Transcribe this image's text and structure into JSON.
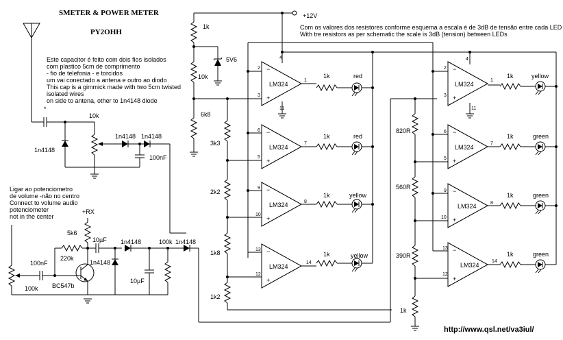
{
  "title": "SMETER & POWER METER",
  "author": "PY2OHH",
  "url": "http://www.qsl.net/va3iul/",
  "notes": {
    "capacitor_pt": [
      "Este capacitor é feito com dois fios isolados",
      "com plastico 5cm de comprimento",
      "- fio de telefonia - e torcidos",
      "um vai conectado a antena e outro ao diodo"
    ],
    "capacitor_en": [
      "This cap is a gimmick made with two 5cm  twisted",
      "isolated wires",
      "on side to antena, other to 1n4148 diode"
    ],
    "scale_pt": "Com os valores dos resistores conforme esquema a escala é de 3dB de tensão entre cada LED",
    "scale_en": "With tre resistors as per schematic the scale is 3dB (tension) between LEDs",
    "volume": [
      "Ligar ao potenciometro",
      "de volume -não no centro",
      "Connect to volume audio",
      "potenciometer",
      "not in the center"
    ]
  },
  "labels": {
    "supply": "+12V",
    "rx": "+RX",
    "zener": "5V6",
    "star": "*",
    "opamp": "LM324",
    "res_1k": "1k",
    "res_10k": "10k",
    "res_6k8": "6k8",
    "res_3k3": "3k3",
    "res_2k2": "2k2",
    "res_1k8": "1k8",
    "res_1k2": "1k2",
    "res_820": "820R",
    "res_560": "560R",
    "res_390": "390R",
    "res_5k6": "5k6",
    "res_220k": "220k",
    "res_100k": "100k",
    "cap_100nF": "100nF",
    "cap_10uF": "10µF",
    "diode": "1n4148",
    "transistor": "BC547b",
    "led_red": "red",
    "led_yellow": "yellow",
    "led_green": "green"
  },
  "pins": {
    "p1": "1",
    "p2": "2",
    "p3": "3",
    "p4": "4",
    "p5": "5",
    "p6": "6",
    "p7": "7",
    "p8": "8",
    "p9": "9",
    "p10": "10",
    "p11": "11",
    "p12": "12",
    "p13": "13",
    "p14": "14"
  }
}
